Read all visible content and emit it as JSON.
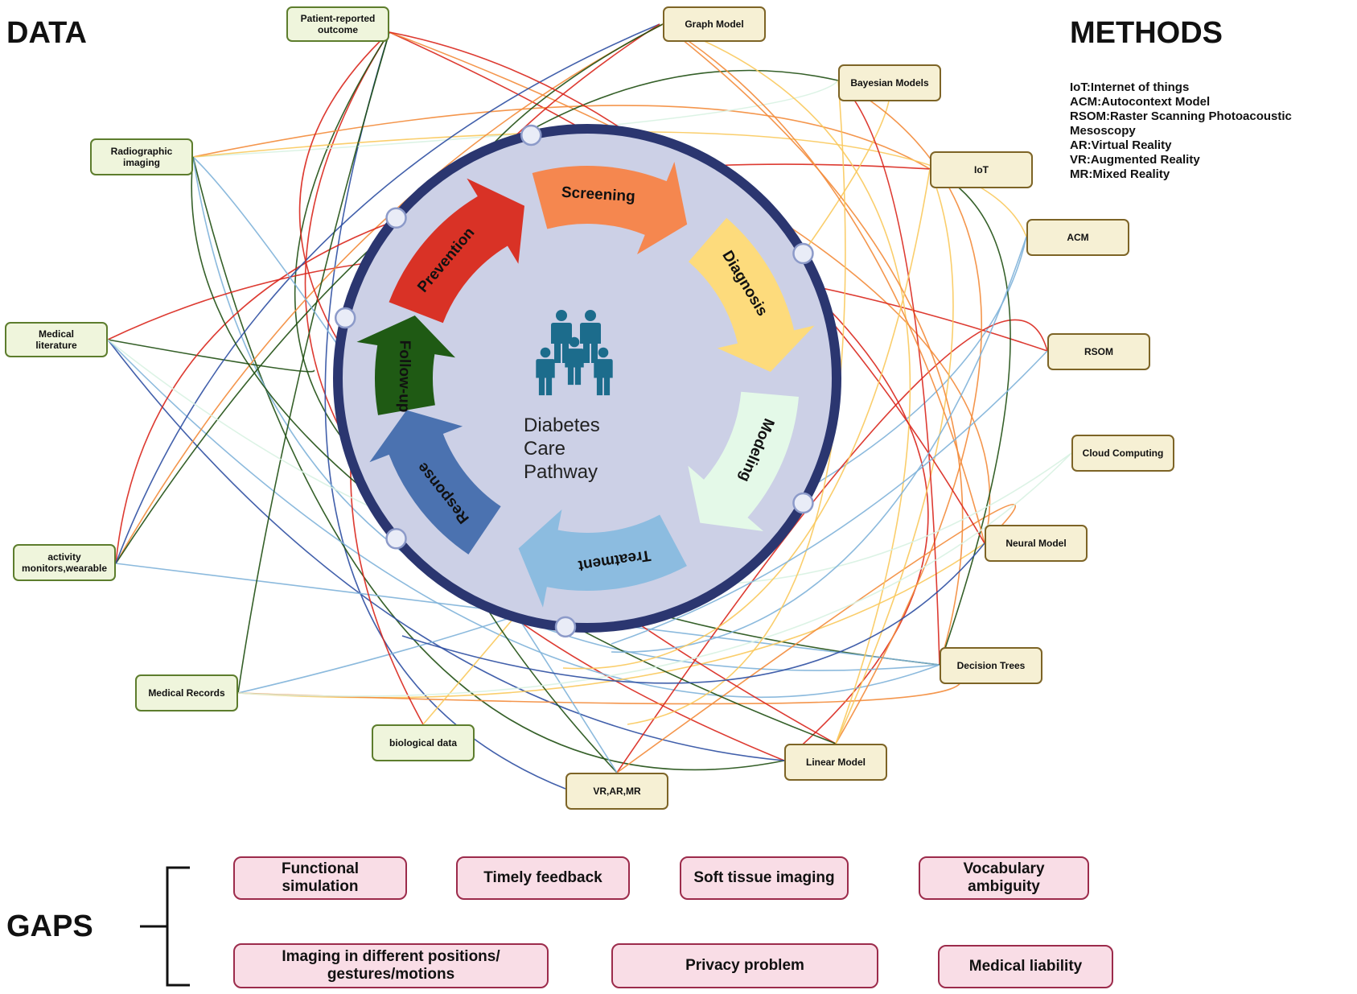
{
  "headings": {
    "data": "DATA",
    "methods": "METHODS",
    "gaps": "GAPS"
  },
  "legend": [
    "IoT:Internet of things",
    "ACM:Autocontext Model",
    "RSOM:Raster Scanning Photoacoustic Mesoscopy",
    "AR:Virtual Reality",
    "VR:Augmented Reality",
    "MR:Mixed Reality"
  ],
  "center": {
    "title_lines": [
      "Diabetes",
      "Care",
      "Pathway"
    ],
    "icon": "people-group-icon"
  },
  "stages": [
    {
      "label": "Prevention",
      "color": "#d93226",
      "text_color": "#111111"
    },
    {
      "label": "Screening",
      "color": "#f5874f",
      "text_color": "#111111"
    },
    {
      "label": "Diagnosis",
      "color": "#fddb7c",
      "text_color": "#111111"
    },
    {
      "label": "Modeling",
      "color": "#e4f9e8",
      "text_color": "#111111"
    },
    {
      "label": "Treatment",
      "color": "#8cbce0",
      "text_color": "#111111"
    },
    {
      "label": "Response",
      "color": "#4b72b0",
      "text_color": "#111111"
    },
    {
      "label": "Follow-up",
      "color": "#1f5a14",
      "text_color": "#111111"
    }
  ],
  "data_sources": [
    "Patient-reported outcome",
    "Radiographic imaging",
    "Medical literature",
    "activity monitors,wearable",
    "Medical Records",
    "biological data"
  ],
  "methods": [
    "Graph Model",
    "Bayesian Models",
    "IoT",
    "ACM",
    "RSOM",
    "Cloud Computing",
    "Neural  Model",
    "Decision Trees",
    "Linear Model",
    "VR,AR,MR"
  ],
  "gaps": [
    "Functional simulation",
    "Timely feedback",
    "Soft tissue imaging",
    "Vocabulary ambiguity",
    "Imaging in different positions/ gestures/motions",
    "Privacy problem",
    "Medical liability"
  ],
  "colors": {
    "ring": "#2b3670",
    "disk": "#ccd0e6",
    "icon": "#1c6c8c",
    "connector_red": "#d9261c",
    "connector_orange": "#f38b3a",
    "connector_yellow": "#f9c95c",
    "connector_darkgreen": "#1f4f12",
    "connector_blue": "#2d4fa2",
    "connector_lightblue": "#7fb3d9",
    "connector_mint": "#d8f2e2"
  }
}
